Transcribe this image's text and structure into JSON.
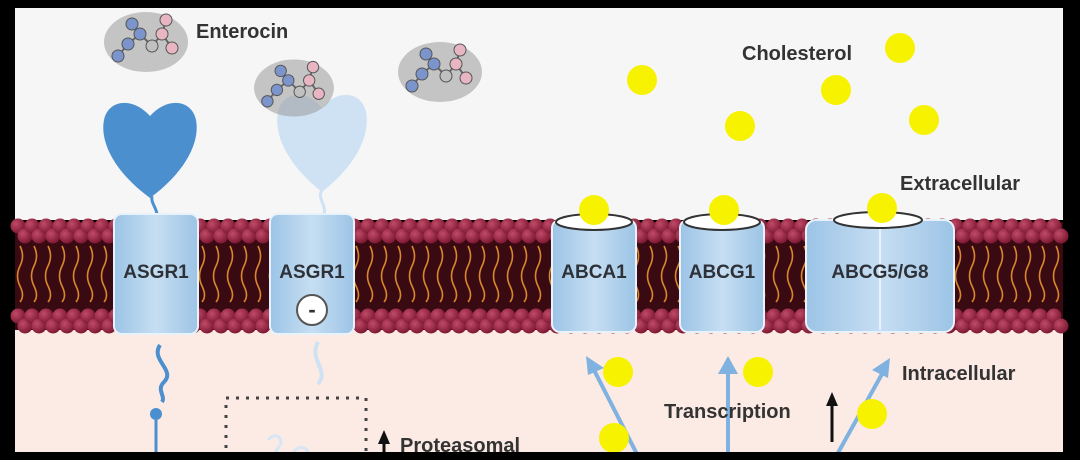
{
  "labels": {
    "enterocin": "Enterocin",
    "cholesterol": "Cholesterol",
    "extracellular": "Extracellular",
    "intracellular": "Intracellular",
    "transcription": "Transcription",
    "proteasomal": "Proteasomal",
    "inhibit_symbol": "-"
  },
  "proteins": {
    "asgr1_active": "ASGR1",
    "asgr1_inhibited": "ASGR1",
    "abca1": "ABCA1",
    "abcg1": "ABCG1",
    "abcg5g8": "ABCG5/G8"
  },
  "colors": {
    "extracellular_bg": "#f6f6f6",
    "intracellular_bg": "#fbebe4",
    "frame": "#000000",
    "lipid_head": "#8e1c3c",
    "lipid_tail": "#d9872a",
    "channel": "#b5d5ee",
    "receptor": "#4c8fcf",
    "receptor_faded": "#cfe2f4",
    "cholesterol": "#f6f200",
    "arrow": "#7fb2e0"
  }
}
